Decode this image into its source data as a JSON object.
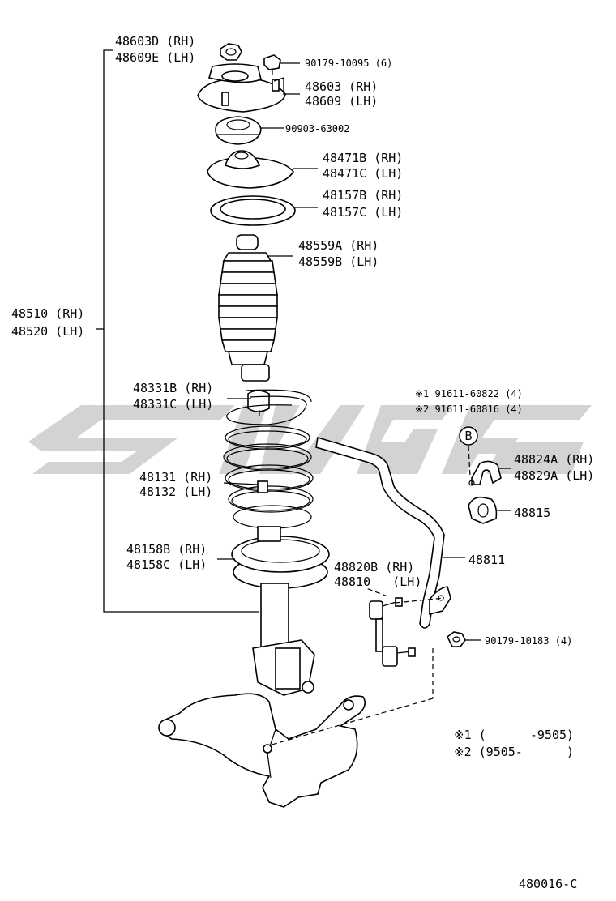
{
  "callouts": {
    "nut_top": [
      "48603D (RH)",
      "48609E (LH)"
    ],
    "bolt_top": "90179-10095 (6)",
    "support": [
      "48603 (RH)",
      "48609 (LH)"
    ],
    "bearing": "90903-63002",
    "spring_seat_upper": [
      "48471B (RH)",
      "48471C (LH)"
    ],
    "spring_insulator": [
      "48157B (RH)",
      "48157C (LH)"
    ],
    "dust_boot": [
      "48559A (RH)",
      "48559B (LH)"
    ],
    "strut_assembly": [
      "48510 (RH)",
      "48520 (LH)"
    ],
    "bump_stopper": [
      "48331B (RH)",
      "48331C (LH)"
    ],
    "coil_spring": [
      "48131 (RH)",
      "48132 (LH)"
    ],
    "lower_insulator": [
      "48158B (RH)",
      "48158C (LH)"
    ],
    "stab_bolt_1": "※1 91611-60822 (4)",
    "stab_bolt_2": "※2 91611-60816 (4)",
    "bracket_marker": "B",
    "bracket": [
      "48824A (RH)",
      "48829A (LH)"
    ],
    "bushing": "48815",
    "stabilizer_bar": "48811",
    "link": [
      "48820B (RH)",
      "48810   (LH)"
    ],
    "link_nut": "90179-10183 (4)"
  },
  "notes": {
    "note1": "※1 (      -9505)",
    "note2": "※2 (9505-      )"
  },
  "figure_id": "480016-C",
  "watermark_color": "#d3d3d3"
}
